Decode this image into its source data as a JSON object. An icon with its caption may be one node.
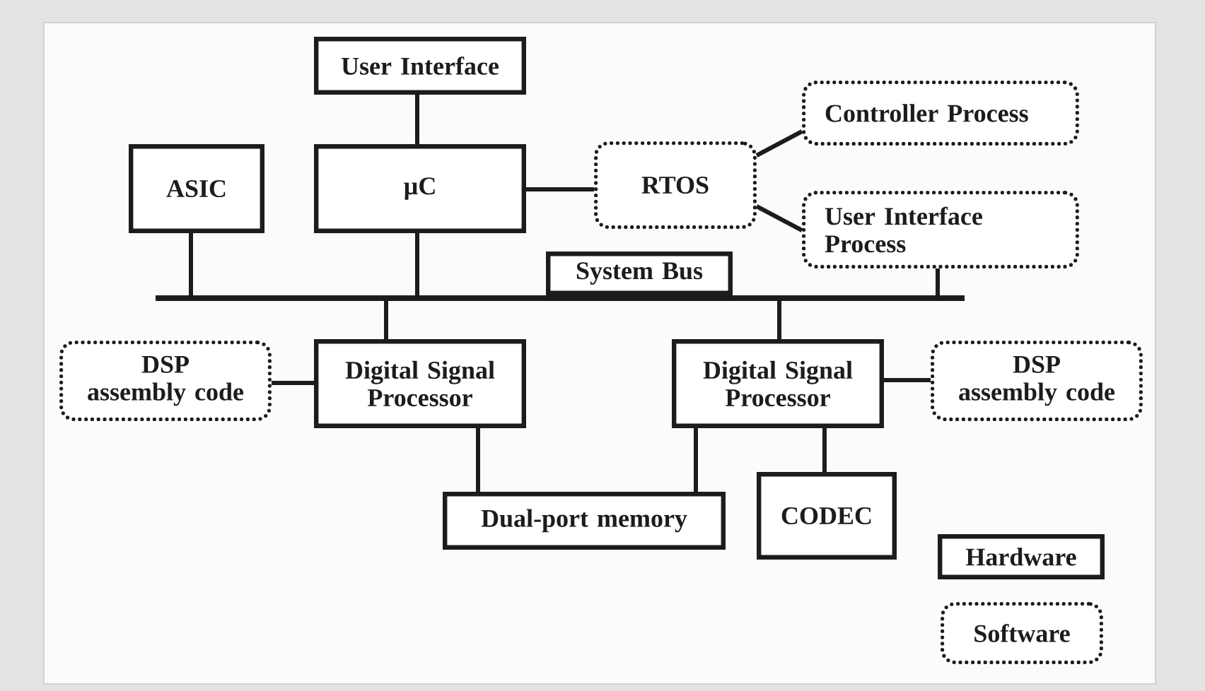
{
  "diagram": {
    "nodes": [
      {
        "text": [
          "User Interface"
        ]
      },
      {
        "text": [
          "ASIC"
        ]
      },
      {
        "text": [
          "µC"
        ]
      },
      {
        "text": [
          "RTOS"
        ]
      },
      {
        "text": [
          "Controller Process"
        ]
      },
      {
        "text": [
          "User Interface Process"
        ]
      },
      {
        "text": [
          "System Bus"
        ]
      },
      {
        "text": [],
        "shape": "bar"
      },
      {
        "text": [
          "DSP assembly code"
        ]
      },
      {
        "text": [
          "Digital Signal Processor"
        ]
      },
      {
        "text": [
          "Digital Signal Processor"
        ]
      },
      {
        "text": [
          "DSP assembly code"
        ]
      },
      {
        "text": [
          "Dual-port memory"
        ]
      },
      {
        "text": [
          "CODEC"
        ]
      }
    ],
    "edges": [
      {
        "from": 0,
        "to": 2,
        "arrow": "none"
      },
      {
        "from": 2,
        "to": 3,
        "arrow": "none"
      },
      {
        "from": 3,
        "to": 4,
        "arrow": "none"
      },
      {
        "from": 3,
        "to": 5,
        "arrow": "none"
      },
      {
        "from": 1,
        "to": 7,
        "arrow": "none"
      },
      {
        "from": 2,
        "to": 7,
        "arrow": "none"
      },
      {
        "from": 5,
        "to": 7,
        "arrow": "none"
      },
      {
        "from": 7,
        "to": 9,
        "arrow": "none"
      },
      {
        "from": 7,
        "to": 10,
        "arrow": "none"
      },
      {
        "from": 8,
        "to": 9,
        "arrow": "none"
      },
      {
        "from": 10,
        "to": 11,
        "arrow": "none"
      },
      {
        "from": 9,
        "to": 12,
        "arrow": "none"
      },
      {
        "from": 10,
        "to": 12,
        "arrow": "none"
      },
      {
        "from": 10,
        "to": 13,
        "arrow": "none"
      }
    ],
    "legend": [
      {
        "text": "Hardware"
      },
      {
        "text": "Software"
      }
    ]
  }
}
